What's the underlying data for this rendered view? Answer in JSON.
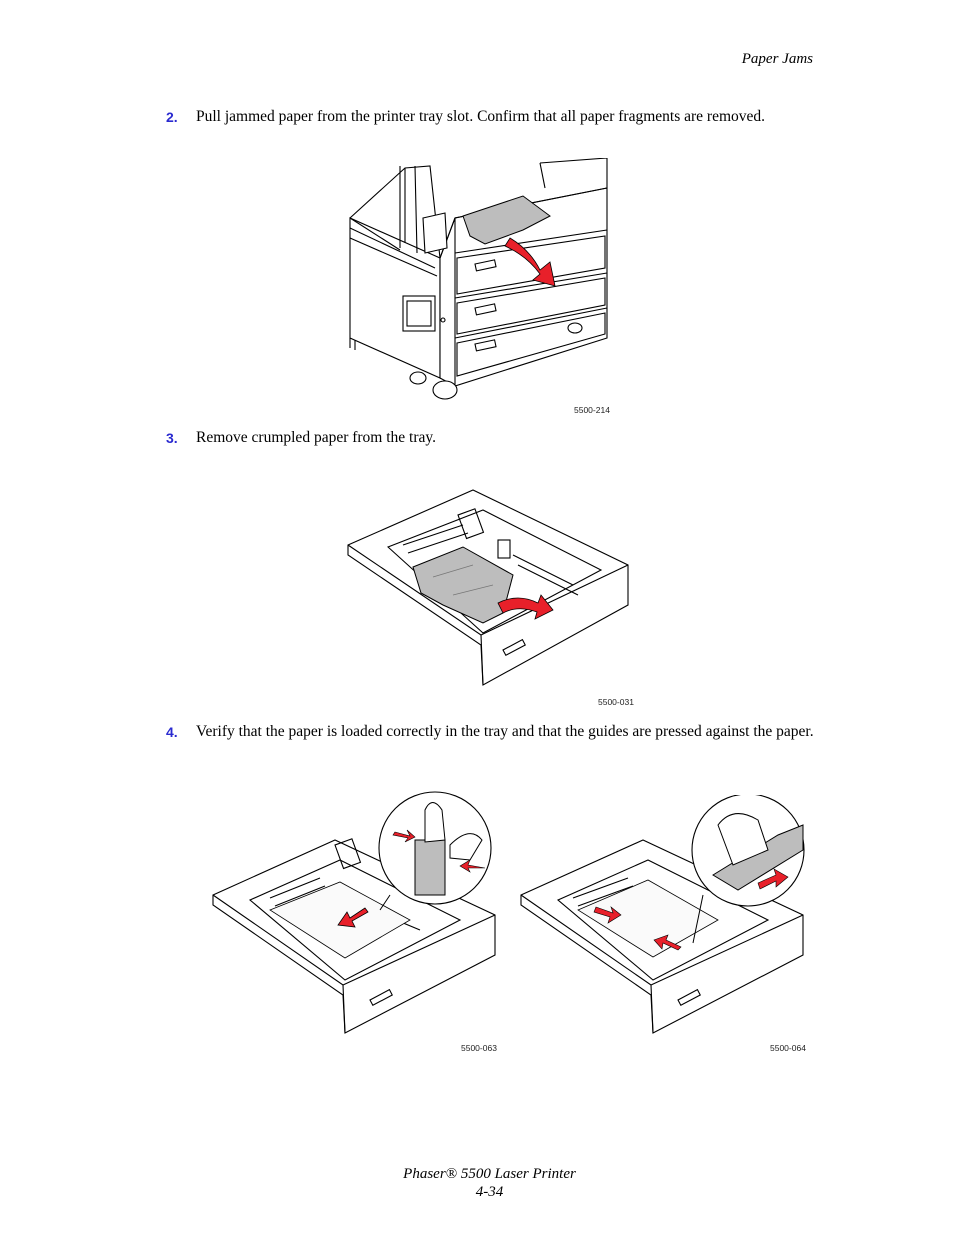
{
  "header": {
    "section": "Paper Jams"
  },
  "steps": [
    {
      "number": "2.",
      "text": "Pull jammed paper from the printer tray slot. Confirm that all paper fragments are removed."
    },
    {
      "number": "3.",
      "text": "Remove crumpled paper from the tray."
    },
    {
      "number": "4.",
      "text": "Verify that the paper is loaded correctly in the tray and that the guides are pressed against the paper."
    }
  ],
  "figures": [
    {
      "caption": "5500-214"
    },
    {
      "caption": "5500-031"
    },
    {
      "caption": "5500-063"
    },
    {
      "caption": "5500-064"
    }
  ],
  "footer": {
    "product": "Phaser® 5500 Laser Printer",
    "page": "4-34"
  },
  "colors": {
    "step_number": "#2a2ad0",
    "arrow": "#e8202a",
    "paper_gray": "#bdbdbd"
  }
}
